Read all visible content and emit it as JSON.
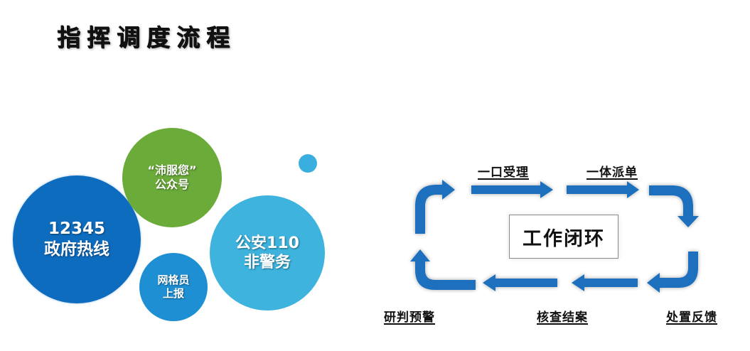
{
  "title": "指挥调度流程",
  "channels": {
    "hotline": {
      "line1": "12345",
      "line2": "政府热线",
      "color": "#0e6cbf"
    },
    "wechat": {
      "line1": "“沛服您”",
      "line2": "公众号",
      "color": "#6aab3a"
    },
    "grid": {
      "line1": "网格员",
      "line2": "上报",
      "color": "#1f8fd4"
    },
    "police": {
      "line1": "公安110",
      "line2": "非警务",
      "color": "#3db3de"
    },
    "dot": {
      "color": "#3aaede"
    }
  },
  "loop": {
    "center": "工作闭环",
    "steps": [
      "一口受理",
      "一体派单",
      "处置反馈",
      "核查结案",
      "研判预警"
    ],
    "arrow_color": "#1a6fbe"
  }
}
